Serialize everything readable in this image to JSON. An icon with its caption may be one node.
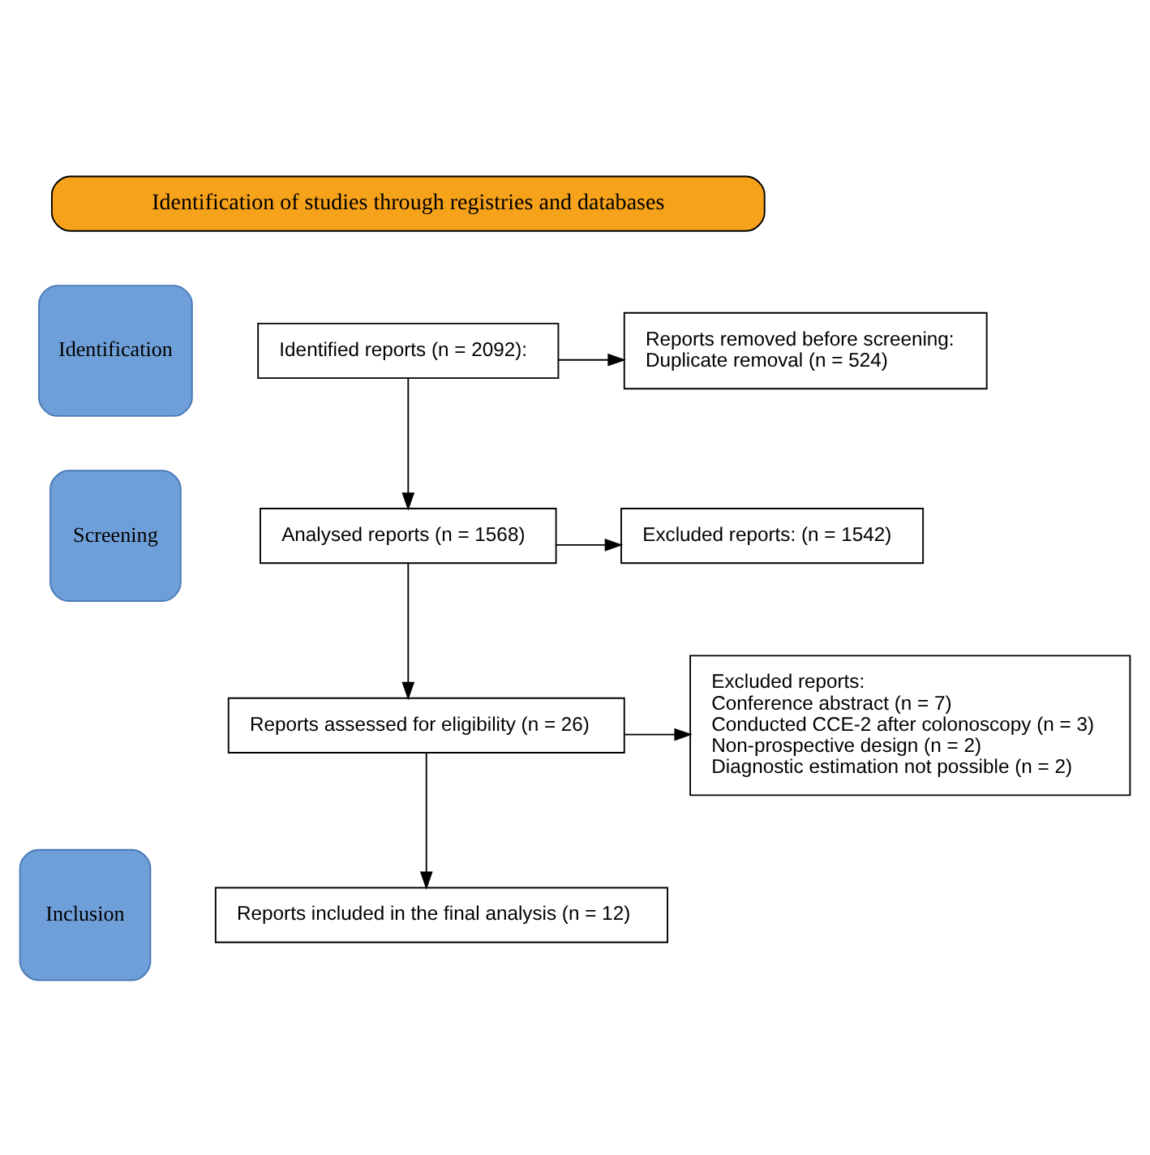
{
  "diagram": {
    "nodes": [
      {
        "text": [
          "Identification of studies through registries and databases"
        ]
      },
      {
        "text": [
          "Identification"
        ]
      },
      {
        "text": [
          "Identified reports (n = 2092):"
        ]
      },
      {
        "text": [
          "Reports removed before screening:",
          "Duplicate removal (n = 524)"
        ]
      },
      {
        "text": [
          "Screening"
        ]
      },
      {
        "text": [
          "Analysed reports (n = 1568)"
        ]
      },
      {
        "text": [
          "Excluded reports: (n = 1542)"
        ]
      },
      {
        "text": [
          "Reports assessed for eligibility (n = 26)"
        ]
      },
      {
        "text": [
          "Excluded reports:",
          "Conference abstract (n = 7)",
          "Conducted CCE-2 after colonoscopy (n = 3)",
          "Non-prospective design (n = 2)",
          "Diagnostic estimation not possible (n = 2)"
        ]
      },
      {
        "text": [
          "Inclusion"
        ]
      },
      {
        "text": [
          "Reports included in the final analysis (n = 12)"
        ]
      }
    ],
    "edges": [
      {
        "from": 2,
        "to": 3,
        "arrow": "to"
      },
      {
        "from": 2,
        "to": 5,
        "arrow": "to"
      },
      {
        "from": 5,
        "to": 6,
        "arrow": "to"
      },
      {
        "from": 5,
        "to": 7,
        "arrow": "to"
      },
      {
        "from": 7,
        "to": 8,
        "arrow": "to"
      },
      {
        "from": 7,
        "to": 10,
        "arrow": "to"
      }
    ]
  }
}
